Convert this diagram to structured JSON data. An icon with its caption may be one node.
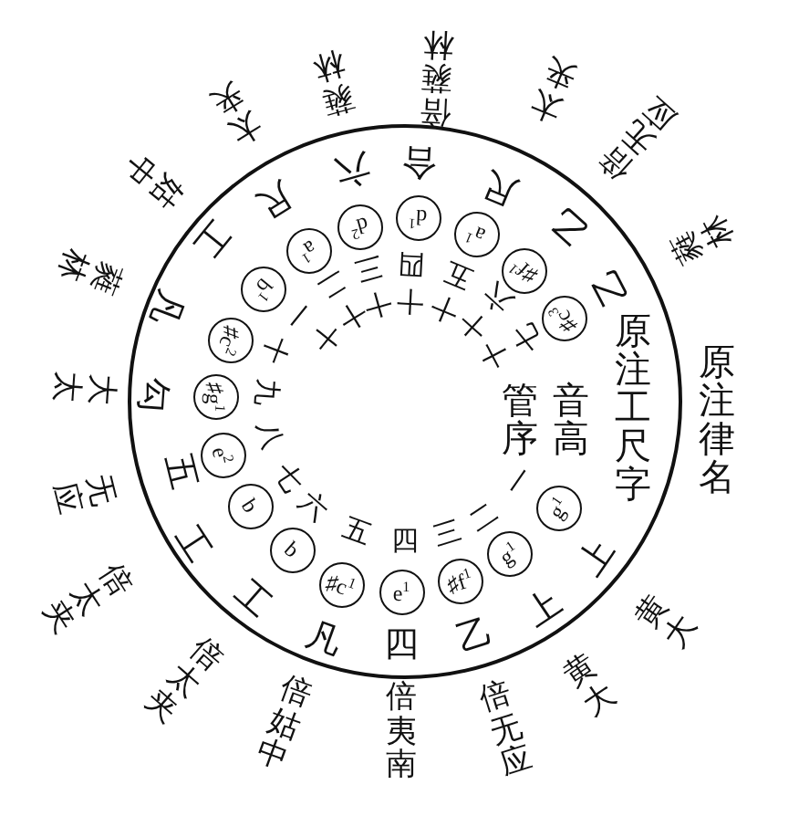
{
  "diagram": {
    "nodes": [
      {
        "text": [
          "管序",
          "音高",
          "原注工尺字"
        ]
      },
      {
        "text": [
          "g$^{1}$"
        ],
        "in": 0
      },
      {
        "text": [
          "g$^{1}$"
        ],
        "in": 0
      },
      {
        "text": [
          "♯f$^{1}$"
        ],
        "in": 0
      },
      {
        "text": [
          "e$^{1}$"
        ],
        "in": 0
      },
      {
        "text": [
          "♯c$^{1}$"
        ],
        "in": 0
      },
      {
        "text": [
          "b"
        ],
        "in": 0
      },
      {
        "text": [
          "b"
        ],
        "in": 0
      },
      {
        "text": [
          "e$^{2}$"
        ],
        "in": 0
      },
      {
        "text": [
          "♯g$^{1}$"
        ],
        "in": 0
      },
      {
        "text": [
          "♯c$^{2}$"
        ],
        "in": 0
      },
      {
        "text": [
          "b$^{1}$"
        ],
        "in": 0
      },
      {
        "text": [
          "a$^{1}$"
        ],
        "in": 0
      },
      {
        "text": [
          "d$^{2}$"
        ],
        "in": 0
      },
      {
        "text": [
          "d$^{1}$"
        ],
        "in": 0
      },
      {
        "text": [
          "a$^{1}$"
        ],
        "in": 0
      },
      {
        "text": [
          "♯f$^{1}$"
        ],
        "in": 0
      },
      {
        "text": [
          "♯c$^{3}$"
        ],
        "in": 0
      }
    ],
    "labels": [
      "原注律名",
      "黄大",
      "黄大",
      "倍无应",
      "倍夷南",
      "倍姑中",
      "倍太夹",
      "倍太夹",
      "无应",
      "大太",
      "蕤林",
      "姑中",
      "太夹",
      "蕤林",
      "倍蕤林",
      "太夹",
      "倍无应",
      "蕤林",
      "上",
      "上",
      "乙",
      "四",
      "凡",
      "工",
      "工",
      "五",
      "勾",
      "凡",
      "工",
      "尺",
      "六",
      "合",
      "尺",
      "乙",
      "乙",
      "一",
      "二",
      "三",
      "四",
      "五",
      "六",
      "七",
      "八",
      "九",
      "十",
      "十一",
      "十二",
      "十三",
      "十四",
      "十五",
      "十六",
      "十七"
    ]
  }
}
